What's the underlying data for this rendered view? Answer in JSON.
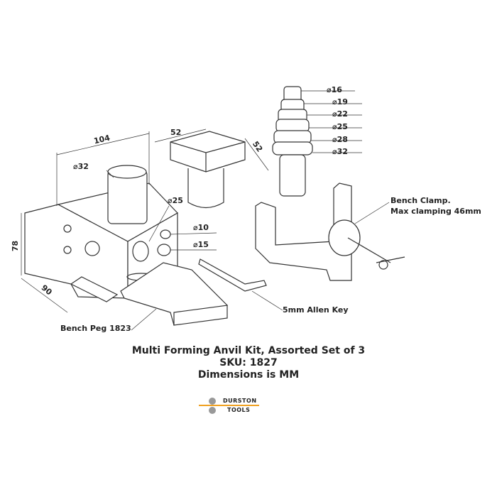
{
  "dimensions": {
    "width": "104",
    "depth_top": "52",
    "depth_side": "52",
    "height": "78",
    "depth": "90"
  },
  "diameters": {
    "peg": "⌀32",
    "large_hole": "⌀25",
    "small_hole": "⌀10",
    "mid_hole": "⌀15",
    "stack": [
      "⌀16",
      "⌀19",
      "⌀22",
      "⌀25",
      "⌀28",
      "⌀32"
    ]
  },
  "labels": {
    "clamp_1": "Bench Clamp.",
    "clamp_2": "Max clamping 46mm",
    "allen": "5mm Allen Key",
    "peg": "Bench Peg 1823"
  },
  "caption": {
    "line1": "Multi Forming Anvil Kit, Assorted Set of 3",
    "line2": "SKU: 1827",
    "line3": "Dimensions is MM"
  },
  "logo": {
    "line1": "DURSTON",
    "line2": "TOOLS",
    "bar_color": "#f0a020",
    "dot_color": "#999999"
  }
}
